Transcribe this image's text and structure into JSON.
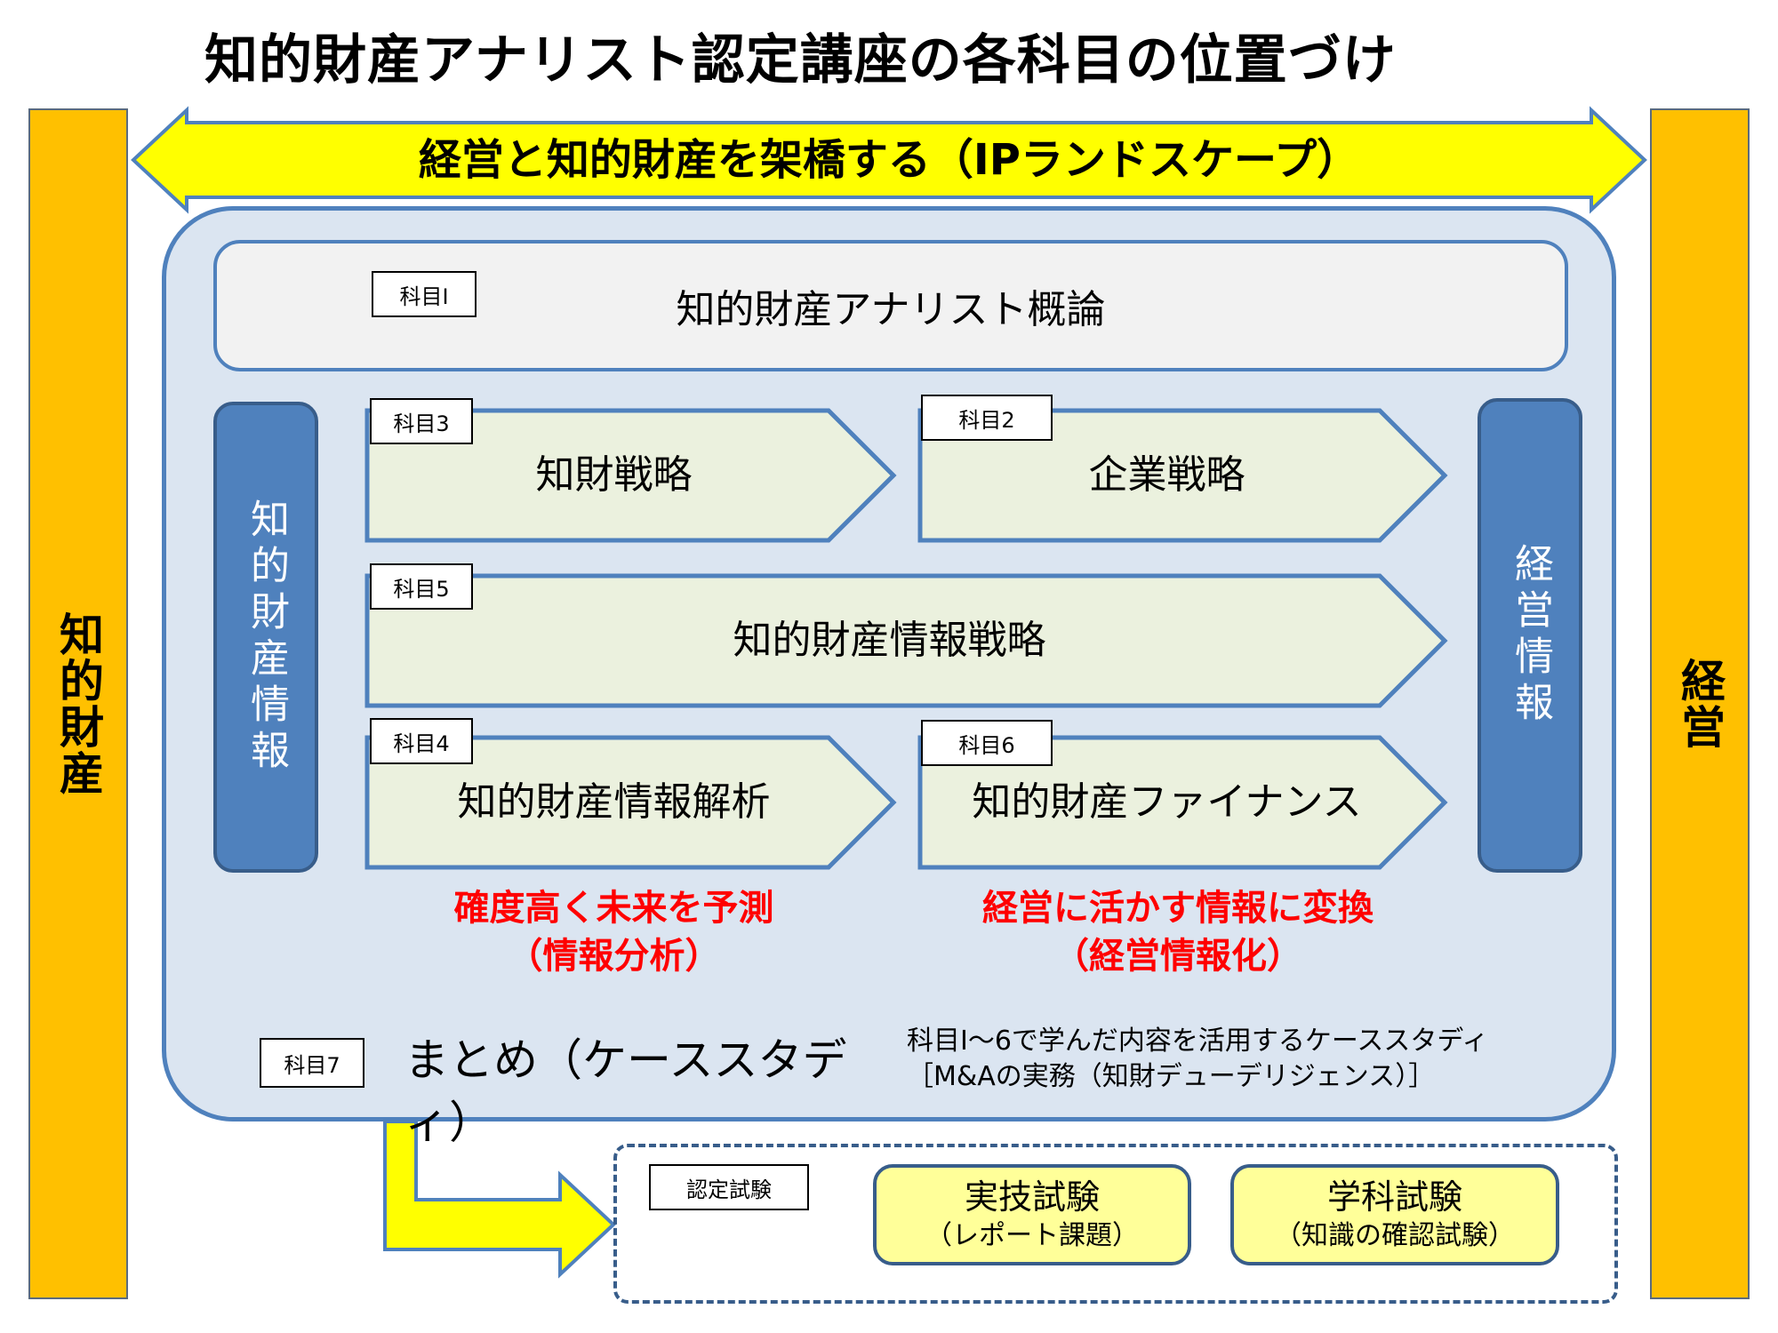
{
  "title": "知的財産アナリスト認定講座の各科目の位置づけ",
  "left_bar": "知的財産",
  "right_bar": "経営",
  "banner": "経営と知的財産を架橋する（IPランドスケープ）",
  "subject1": {
    "tag": "科目Ⅰ",
    "label": "知的財産アナリスト概論"
  },
  "ip_info": "知的財産情報",
  "mgmt_info": "経営情報",
  "subject3": {
    "tag": "科目3",
    "label": "知財戦略"
  },
  "subject2": {
    "tag": "科目2",
    "label": "企業戦略"
  },
  "subject5": {
    "tag": "科目5",
    "label": "知的財産情報戦略"
  },
  "subject4": {
    "tag": "科目4",
    "label": "知的財産情報解析"
  },
  "subject6": {
    "tag": "科目6",
    "label": "知的財産ファイナンス"
  },
  "note_left": {
    "line1": "確度高く未来を予測",
    "line2": "（情報分析）"
  },
  "note_right": {
    "line1": "経営に活かす情報に変換",
    "line2": "（経営情報化）"
  },
  "subject7": {
    "tag": "科目7",
    "label": "まとめ（ケーススタディ）",
    "desc1": "科目Ⅰ～6で学んだ内容を活用するケーススタディ",
    "desc2": "［M&Aの実務（知財デューデリジェンス）］"
  },
  "exam": {
    "tag": "認定試験",
    "practical": {
      "main": "実技試験",
      "sub": "（レポート課題）"
    },
    "written": {
      "main": "学科試験",
      "sub": "（知識の確認試験）"
    }
  },
  "colors": {
    "side_bar": "#ffc000",
    "banner_fill": "#ffff00",
    "panel_fill": "#dbe5f1",
    "accent_blue": "#4f81bd",
    "arrow_fill": "#ebf1de",
    "note_red": "#ff0000",
    "exam_fill": "#ffff99"
  }
}
